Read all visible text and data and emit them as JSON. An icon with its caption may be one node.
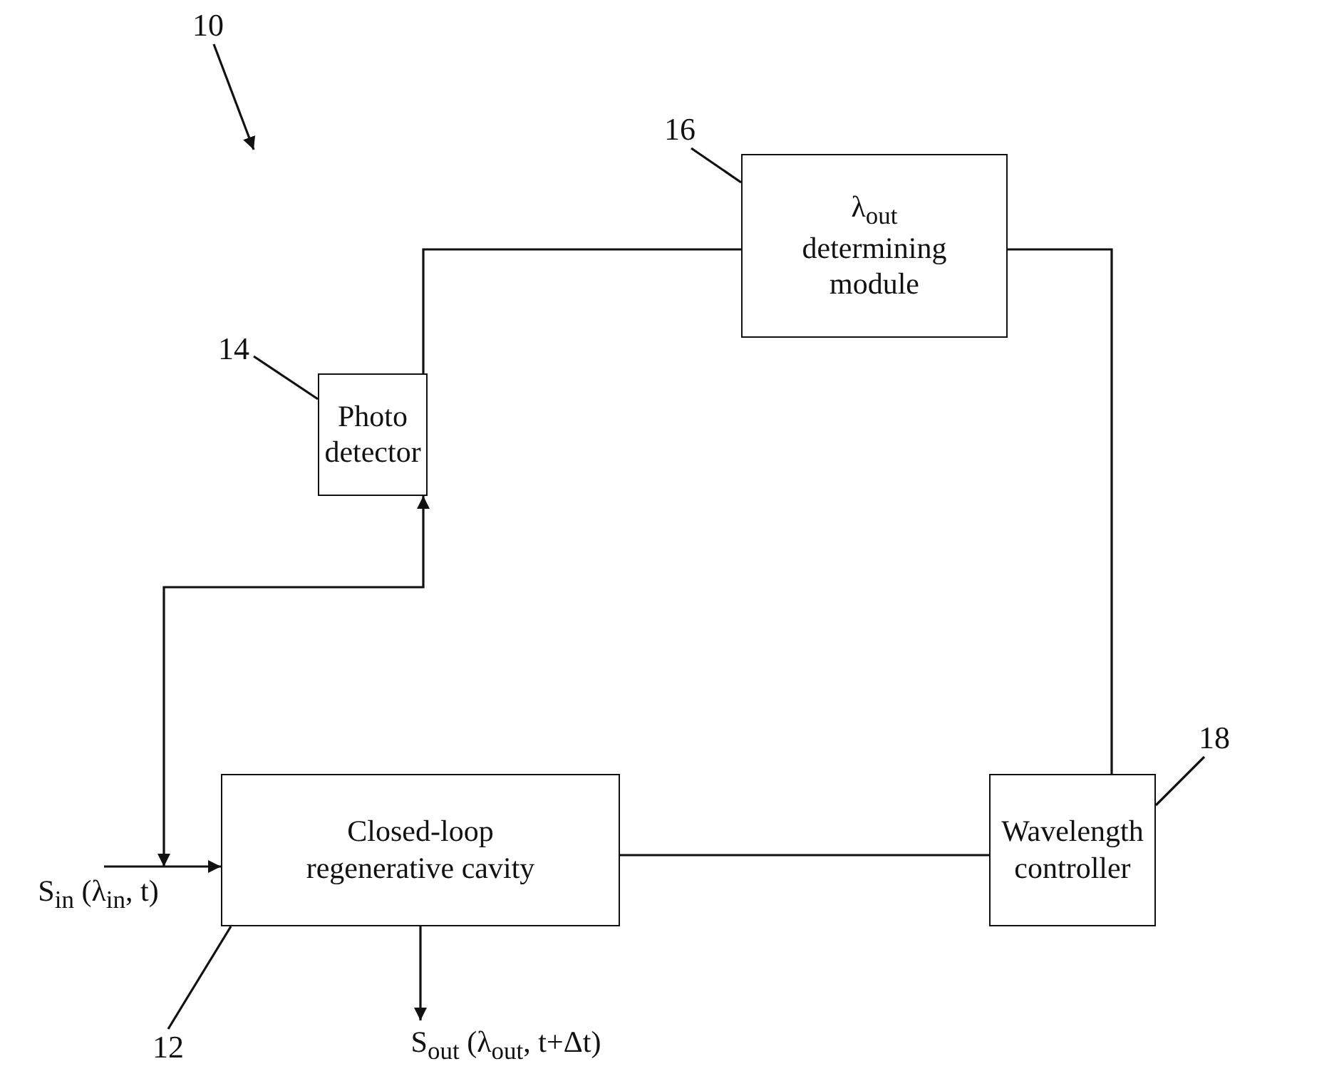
{
  "diagram": {
    "nodes": [
      {
        "text": [
          "S$_{in}$ (λ$_{in}$, t)"
        ]
      },
      {
        "text": [
          "Closed-loop regenerative cavity"
        ]
      },
      {
        "text": [
          "Photo detector"
        ]
      },
      {
        "text": [
          "λ$_{out}$ determining module"
        ]
      },
      {
        "text": [
          "Wavelength controller"
        ]
      },
      {
        "text": [
          "S$_{out}$ (λ$_{out}$, t+Δt)"
        ]
      },
      {
        "text": [
          "10"
        ]
      },
      {
        "text": [
          "12"
        ]
      },
      {
        "text": [
          "14"
        ]
      },
      {
        "text": [
          "16"
        ]
      },
      {
        "text": [
          "18"
        ]
      }
    ],
    "edges": [
      {
        "from": 0,
        "to": 1,
        "arrow": "to"
      },
      {
        "from": 1,
        "to": 5,
        "arrow": "to"
      },
      {
        "from": 0,
        "to": 2,
        "arrow": "both"
      },
      {
        "from": 2,
        "to": 3,
        "arrow": "none"
      },
      {
        "from": 3,
        "to": 4,
        "arrow": "none"
      },
      {
        "from": 4,
        "to": 1,
        "arrow": "none"
      },
      {
        "from": 6,
        "to": null,
        "arrow": "to"
      },
      {
        "from": 7,
        "to": 1,
        "arrow": "none"
      },
      {
        "from": 8,
        "to": 2,
        "arrow": "none"
      },
      {
        "from": 9,
        "to": 3,
        "arrow": "none"
      },
      {
        "from": 10,
        "to": 4,
        "arrow": "none"
      }
    ]
  }
}
